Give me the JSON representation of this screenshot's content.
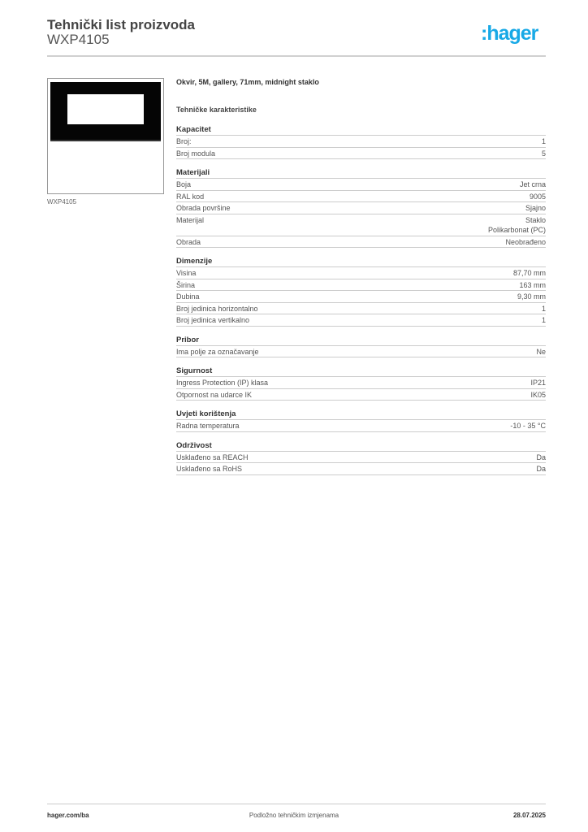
{
  "header": {
    "title": "Tehnički list proizvoda",
    "code": "WXP4105",
    "logo": ":hager",
    "brand_color": "#18a9e6"
  },
  "image": {
    "caption": "WXP4105"
  },
  "product": {
    "description": "Okvir, 5M, gallery, 71mm, midnight staklo",
    "section_title": "Tehničke karakteristike"
  },
  "sections": [
    {
      "title": "Kapacitet",
      "rows": [
        {
          "label": "Broj:",
          "value": "1"
        },
        {
          "label": "Broj modula",
          "value": "5"
        }
      ]
    },
    {
      "title": "Materijali",
      "rows": [
        {
          "label": "Boja",
          "value": "Jet crna"
        },
        {
          "label": "RAL kod",
          "value": "9005"
        },
        {
          "label": "Obrada površine",
          "value": "Sjajno"
        },
        {
          "label": "Materijal",
          "value": "Staklo\nPolikarbonat (PC)"
        },
        {
          "label": "Obrada",
          "value": "Neobrađeno"
        }
      ]
    },
    {
      "title": "Dimenzije",
      "rows": [
        {
          "label": "Visina",
          "value": "87,70 mm"
        },
        {
          "label": "Širina",
          "value": "163 mm"
        },
        {
          "label": "Dubina",
          "value": "9,30 mm"
        },
        {
          "label": "Broj jedinica horizontalno",
          "value": "1"
        },
        {
          "label": "Broj jedinica vertikalno",
          "value": "1"
        }
      ]
    },
    {
      "title": "Pribor",
      "rows": [
        {
          "label": "Ima polje za označavanje",
          "value": "Ne"
        }
      ]
    },
    {
      "title": "Sigurnost",
      "rows": [
        {
          "label": "Ingress Protection (IP) klasa",
          "value": "IP21"
        },
        {
          "label": "Otpornost na udarce IK",
          "value": "IK05"
        }
      ]
    },
    {
      "title": "Uvjeti korištenja",
      "rows": [
        {
          "label": "Radna temperatura",
          "value": "-10 - 35 °C"
        }
      ]
    },
    {
      "title": "Održivost",
      "rows": [
        {
          "label": "Usklađeno sa REACH",
          "value": "Da"
        },
        {
          "label": "Usklađeno sa RoHS",
          "value": "Da"
        }
      ]
    }
  ],
  "footer": {
    "website": "hager.com/ba",
    "note": "Podložno tehničkim izmjenama",
    "date": "28.07.2025"
  }
}
